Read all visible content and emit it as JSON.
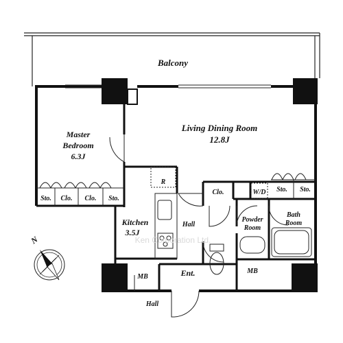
{
  "labels": {
    "balcony": "Balcony",
    "master_bedroom_line1": "Master",
    "master_bedroom_line2": "Bedroom",
    "master_bedroom_size": "6.3J",
    "living_line1": "Living Dining Room",
    "living_size": "12.8J",
    "kitchen": "Kitchen",
    "kitchen_size": "3.5J",
    "hall": "Hall",
    "hall_outside": "Hall",
    "closet_hall": "Clo.",
    "washer": "W/D",
    "storage": "Sto.",
    "closet": "Clo.",
    "refrigerator": "R",
    "powder_line1": "Powder",
    "powder_line2": "Room",
    "bath_line1": "Bath",
    "bath_line2": "Room",
    "meter_box": "MB",
    "entrance": "Ent.",
    "north": "N"
  },
  "watermark": "Ken Corporation Ltd.",
  "colors": {
    "wall": "#111111",
    "line": "#222222",
    "background": "#ffffff"
  }
}
